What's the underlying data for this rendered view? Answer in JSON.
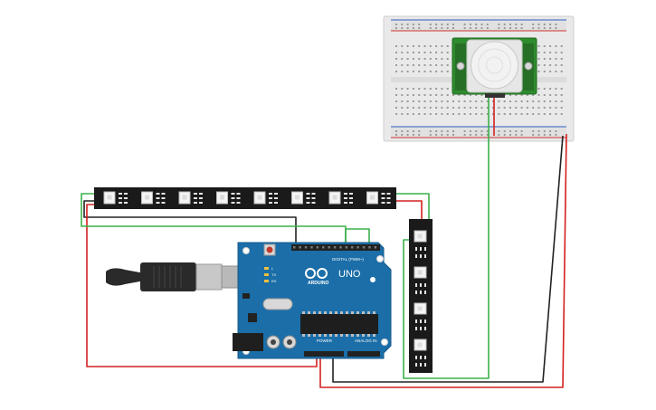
{
  "arduino": {
    "logo_text": "ARDUINO",
    "model": "UNO",
    "digital_label": "DIGITAL (PWM~)",
    "power_label": "POWER",
    "analog_label": "ANALOG IN",
    "led_labels": [
      "L",
      "TX",
      "RX"
    ],
    "colors": {
      "board": "#1b6ea8",
      "board_dark": "#15598a"
    }
  },
  "pir_sensor": {
    "colors": {
      "pcb": "#2e8b2e",
      "dome": "#f2f2f2"
    }
  },
  "breadboard": {
    "colors": {
      "body": "#e9e9e9",
      "rail_red": "#d03030",
      "rail_blue": "#3060c0"
    }
  },
  "led_strip": {
    "horizontal_pixels": 8,
    "vertical_pixels": 4,
    "colors": {
      "strip": "#1a1a1a",
      "led": "#f4f4f4"
    }
  },
  "wires": {
    "colors": {
      "red": "#d42020",
      "black": "#222222",
      "green": "#3cb04a"
    }
  },
  "usb_cable": {
    "colors": {
      "plug": "#2a2a2a",
      "connector": "#c8c8c8"
    }
  }
}
